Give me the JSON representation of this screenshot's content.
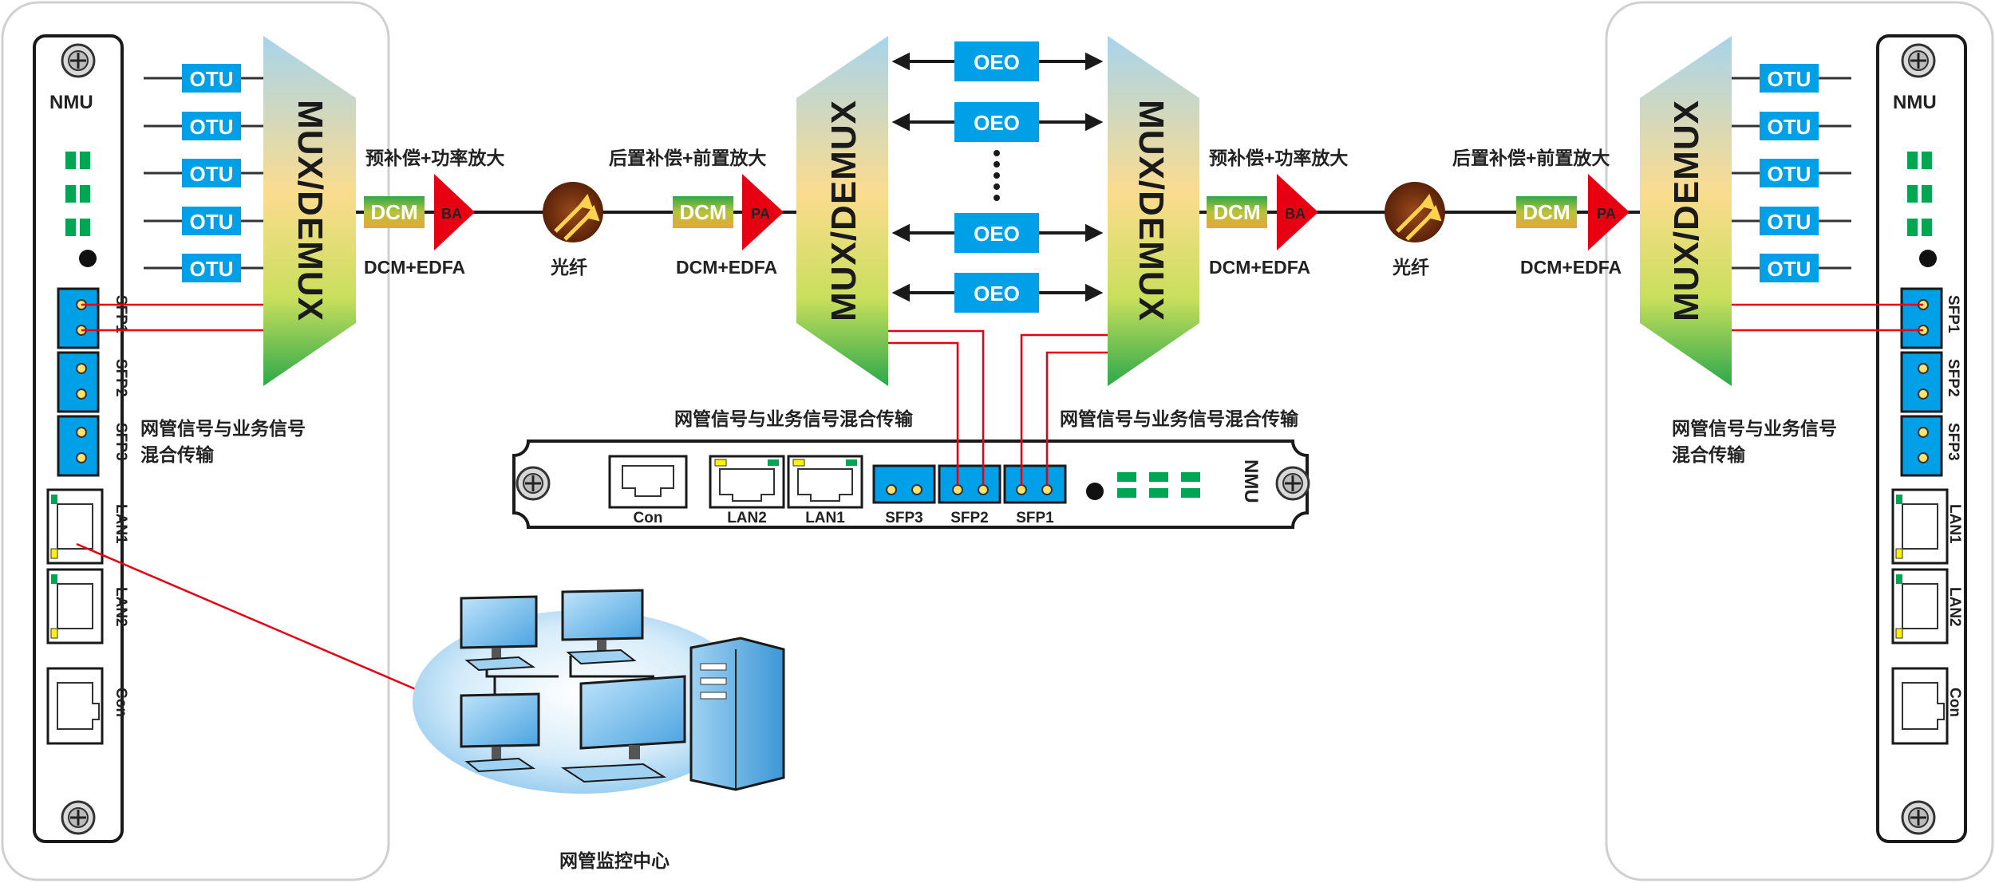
{
  "colors": {
    "otu_blue": "#00a0e9",
    "oeo_blue": "#00a0e9",
    "amp_red": "#e60012",
    "signal_red": "#e60012",
    "led_green": "#00a651",
    "led_yellow": "#fff200"
  },
  "labels": {
    "otu": "OTU",
    "oeo": "OEO",
    "mux": "MUX/DEMUX",
    "dcm": "DCM",
    "ba": "BA",
    "pa": "PA",
    "nmu": "NMU",
    "sfp1": "SFP1",
    "sfp2": "SFP2",
    "sfp3": "SFP3",
    "lan1": "LAN1",
    "lan2": "LAN2",
    "con": "Con",
    "pre_comp_boost": "预补偿+功率放大",
    "post_comp_pre_amp": "后置补偿+前置放大",
    "dcm_edfa": "DCM+EDFA",
    "fiber": "光纤",
    "mixed_line1": "网管信号与业务信号",
    "mixed_line2": "混合传输",
    "mixed_full": "网管信号与业务信号混合传输",
    "nms_center": "网管监控中心"
  }
}
